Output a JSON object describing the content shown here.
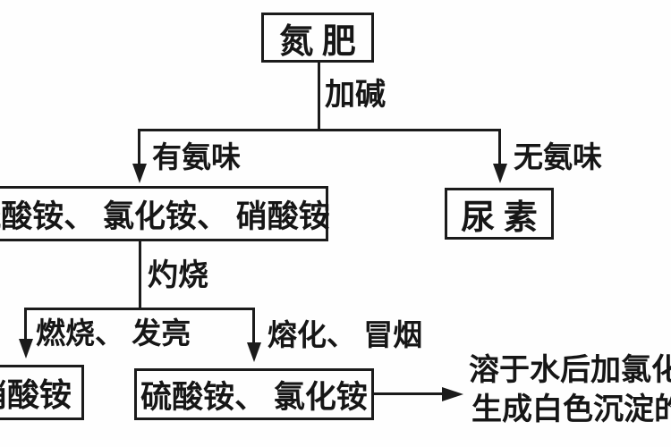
{
  "diagram": {
    "title_context": "nitrogen-fertilizer identification flowchart",
    "nodes": {
      "root": "氮  肥",
      "ammonium_salts": "硫酸铵、 氯化铵、 硝酸铵",
      "urea": "尿  素",
      "nitrate": "硝酸铵",
      "sulfate_chloride": "硫酸铵、 氯化铵"
    },
    "edge_labels": {
      "add_alkali": "加碱",
      "has_ammonia_smell": "有氨味",
      "no_ammonia_smell": "无氨味",
      "calcine": "灼烧",
      "burns_glows": "燃烧、 发亮",
      "melts_smokes": "熔化、 冒烟"
    },
    "result_note": {
      "line1": "溶于水后加氯化",
      "line2": "生成白色沉淀的"
    },
    "colors": {
      "line": "#1b1b1b",
      "text": "#161616",
      "background": "#fefefe"
    }
  }
}
